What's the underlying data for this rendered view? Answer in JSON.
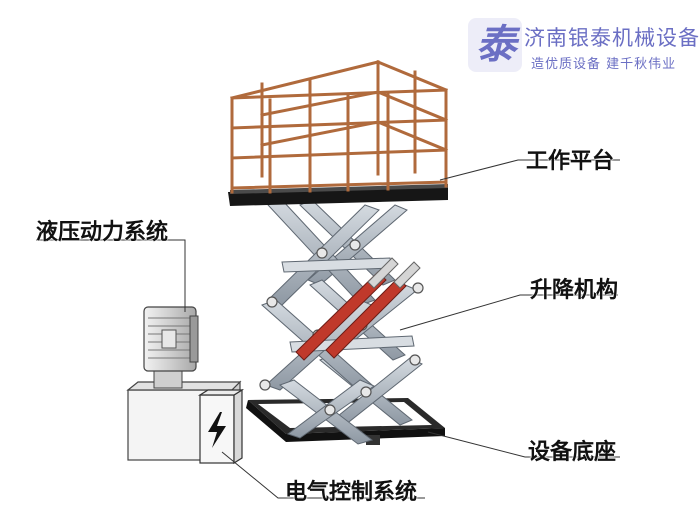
{
  "brand": {
    "logo_char": "泰",
    "company_name": "济南银泰机械设备厂",
    "slogan": "造优质设备 建千秋伟业",
    "color": "#6b6fc4"
  },
  "labels": {
    "platform": "工作平台",
    "lift": "升降机构",
    "base": "设备底座",
    "hydraulic": "液压动力系统",
    "electric": "电气控制系统"
  },
  "colors": {
    "railing": "#b06a3c",
    "steel_dark": "#1e1e1e",
    "scissor_arm": "#a9b2bc",
    "cylinder": "#c0392b",
    "motor": "#dcdcdc"
  }
}
